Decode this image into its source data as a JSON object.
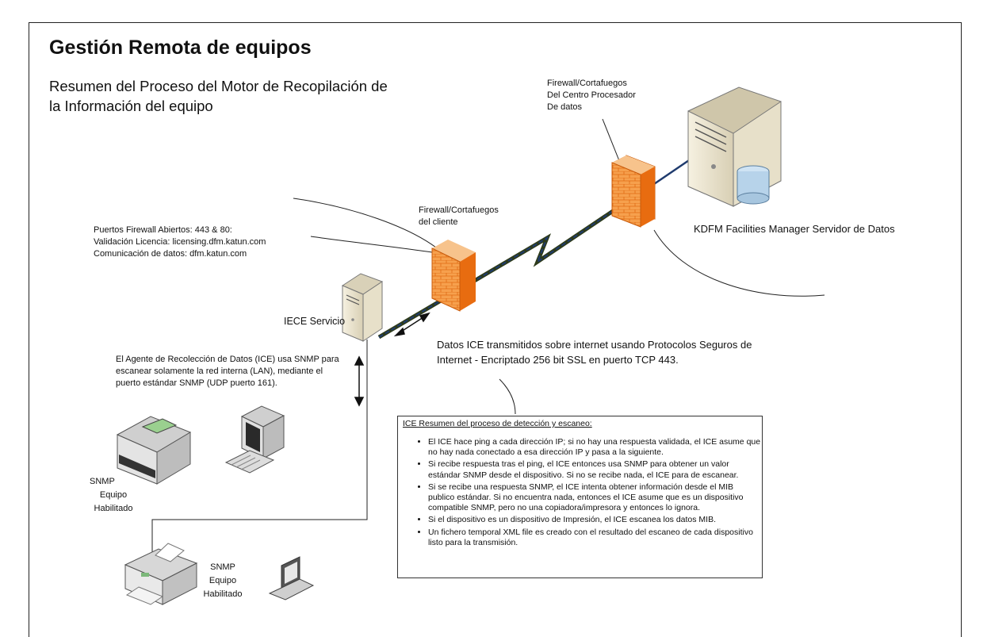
{
  "title": "Gestión Remota de equipos",
  "subtitle": "Resumen del Proceso del Motor de Recopilación de la Información del equipo",
  "labels": {
    "datacenter_firewall": [
      "Firewall/Cortafuegos",
      "Del Centro Procesador",
      "De datos"
    ],
    "client_firewall": [
      "Firewall/Cortafuegos",
      "del cliente"
    ],
    "server": "KDFM Facilities Manager Servidor de Datos",
    "ports": [
      "Puertos Firewall Abiertos: 443 & 80:",
      "Validación Licencia: licensing.dfm.katun.com",
      "Comunicación de datos: dfm.katun.com"
    ],
    "iece": "IECE Servicio",
    "transmission": [
      "Datos ICE transmitidos sobre internet usando Protocolos Seguros de",
      "Internet - Encriptado 256 bit SSL en puerto TCP 443."
    ],
    "agent": [
      "El Agente de Recolección de Datos (ICE) usa SNMP para",
      "escanear solamente la red interna (LAN), mediante el",
      "puerto estándar SNMP (UDP puerto 161)."
    ],
    "snmp_1": [
      "SNMP",
      "Equipo",
      "Habilitado"
    ],
    "snmp_2": [
      "SNMP",
      "Equipo",
      "Habilitado"
    ]
  },
  "summary": {
    "title": "ICE Resumen del proceso de detección y escaneo:",
    "items": [
      "El ICE hace ping a cada dirección IP; si no hay una respuesta validada, el ICE asume que no hay nada conectado a esa dirección IP y pasa a la siguiente.",
      "Si recibe respuesta tras el ping, el ICE entonces usa SNMP para obtener un valor estándar SNMP desde el dispositivo. Si no se recibe nada, el ICE para de escanear.",
      "Si se recibe una respuesta SNMP, el ICE intenta obtener información desde el MIB publico estándar. Si no encuentra nada, entonces el ICE asume que es un dispositivo compatible SNMP, pero no una copiadora/impresora y entonces lo ignora.",
      "Si el dispositivo es un dispositivo de Impresión, el ICE escanea los datos MIB.",
      "Un fichero temporal XML file es creado con el resultado del escaneo de cada dispositivo listo para la transmisión."
    ]
  },
  "colors": {
    "firewall": "#f07a1e",
    "brick": "#f6b26b",
    "link": "#1f3b6e",
    "bolt": "#2f3a1a",
    "server": "#ece5cf"
  }
}
